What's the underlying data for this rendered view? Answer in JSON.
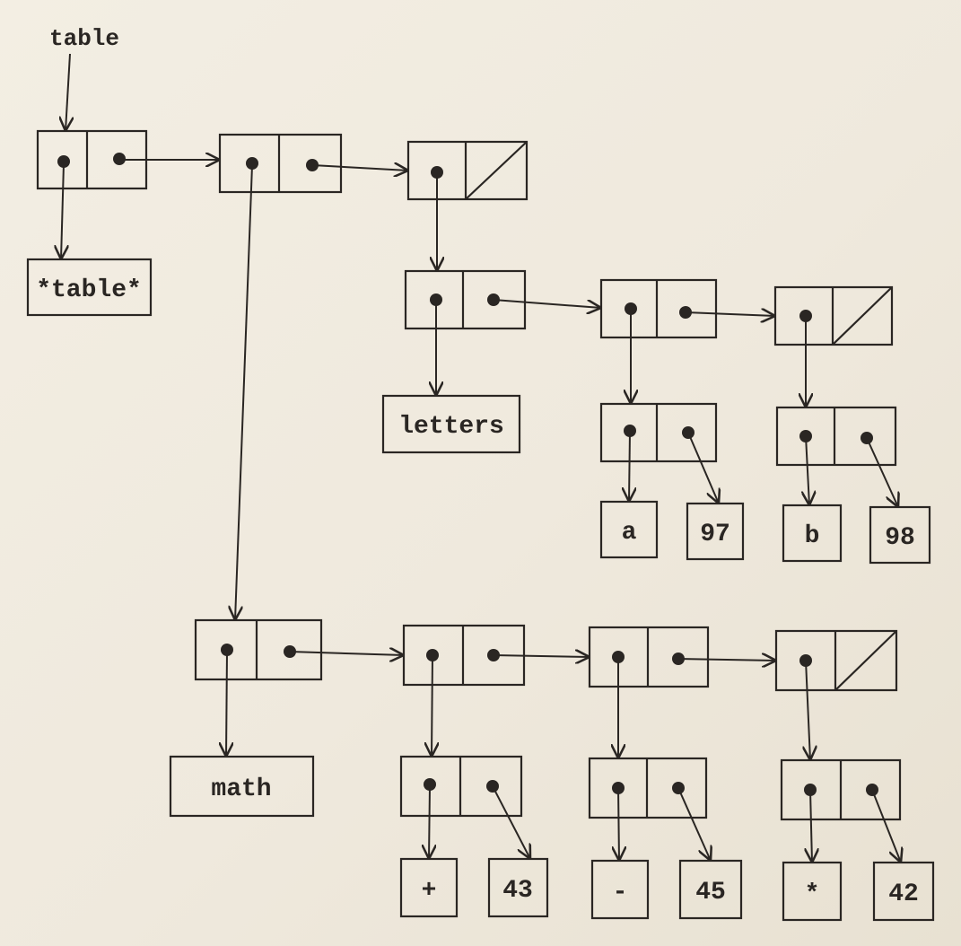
{
  "variable_label": "table",
  "atoms": {
    "table_name": "*table*",
    "letters": "letters",
    "a": "a",
    "n97": "97",
    "b": "b",
    "n98": "98",
    "math": "math",
    "plus": "+",
    "n43": "43",
    "minus": "-",
    "n45": "45",
    "star": "*",
    "n42": "42"
  }
}
